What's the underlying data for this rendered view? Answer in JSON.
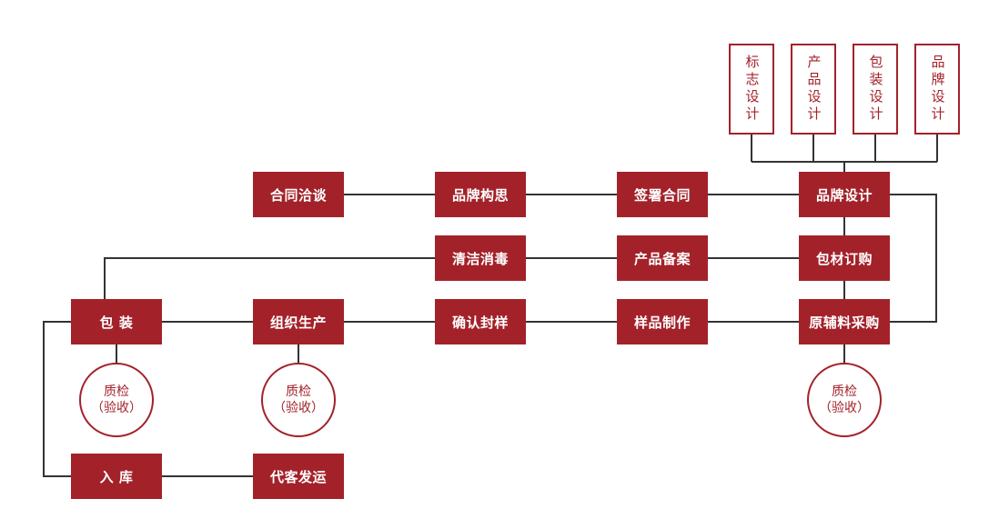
{
  "colors": {
    "accent": "#a3222a",
    "line": "#333333"
  },
  "design_items": [
    "标志设计",
    "产品设计",
    "包装设计",
    "品牌设计"
  ],
  "steps": {
    "contract_talk": "合同洽谈",
    "brand_concept": "品牌构思",
    "sign_contract": "签署合同",
    "brand_design": "品牌设计",
    "cleaning": "清洁消毒",
    "product_filing": "产品备案",
    "packaging_purchase": "包材订购",
    "packaging": "包 装",
    "production": "组织生产",
    "confirm_sample": "确认封样",
    "sample_making": "样品制作",
    "raw_material": "原辅料采购",
    "warehouse": "入 库",
    "dropship": "代客发运"
  },
  "qc": {
    "line1": "质检",
    "line2": "（验收）"
  }
}
